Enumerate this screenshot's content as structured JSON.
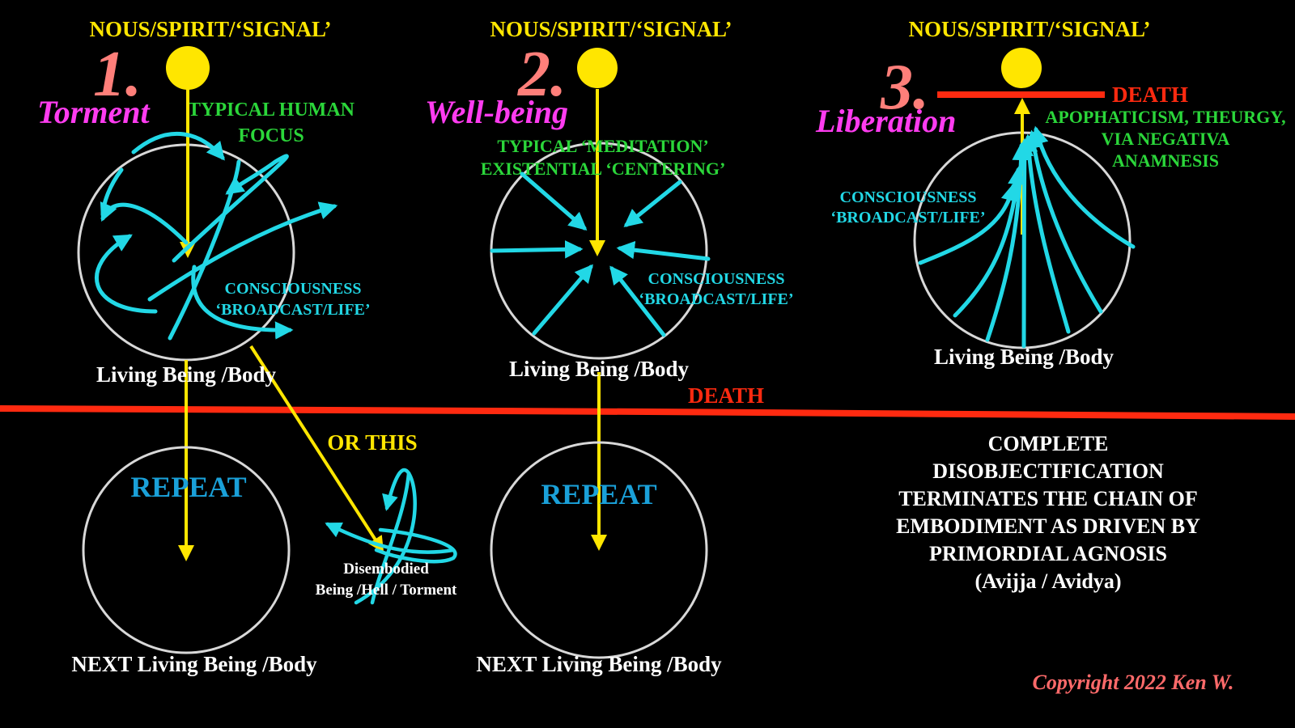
{
  "colors": {
    "background": "#000000",
    "signal": "#ffe600",
    "death": "#ff2a10",
    "consciousness": "#22d8e6",
    "green_text": "#2bd63a",
    "magenta_text": "#ff3cf0",
    "number": "#ff7f7a",
    "repeat": "#1aa0d8",
    "white": "#ffffff",
    "circle": "#d8d8d8",
    "copyright": "#ff6a6a"
  },
  "panel1": {
    "header": "NOUS/SPIRIT/‘SIGNAL’",
    "number": "1.",
    "state": "Torment",
    "focus_line1": "TYPICAL HUMAN",
    "focus_line2": "FOCUS",
    "consciousness_line1": "CONSCIOUSNESS",
    "consciousness_line2": "‘BROADCAST/LIFE’",
    "body_label": "Living Being /Body",
    "repeat": "REPEAT",
    "next_label": "NEXT Living Being /Body",
    "or_this": "OR THIS",
    "disembodied_line1": "Disembodied",
    "disembodied_line2": "Being /Hell / Torment"
  },
  "panel2": {
    "header": "NOUS/SPIRIT/‘SIGNAL’",
    "number": "2.",
    "state": "Well-being",
    "meditation_line1": "TYPICAL ‘MEDITATION’",
    "meditation_line2": "EXISTENTIAL ‘CENTERING’",
    "consciousness_line1": "CONSCIOUSNESS",
    "consciousness_line2": "‘BROADCAST/LIFE’",
    "body_label": "Living Being /Body",
    "repeat": "REPEAT",
    "next_label": "NEXT Living Being /Body"
  },
  "panel3": {
    "header": "NOUS/SPIRIT/‘SIGNAL’",
    "number": "3.",
    "state": "Liberation",
    "death_label": "DEATH",
    "method_line1": "APOPHATICISM, THEURGY,",
    "method_line2": "VIA NEGATIVA",
    "method_line3": "ANAMNESIS",
    "consciousness_line1": "CONSCIOUSNESS",
    "consciousness_line2": "‘BROADCAST/LIFE’",
    "body_label": "Living Being /Body",
    "conclusion": [
      "COMPLETE",
      "DISOBJECTIFICATION",
      "TERMINATES THE CHAIN OF",
      "EMBODIMENT AS DRIVEN BY",
      "PRIMORDIAL AGNOSIS",
      "(Avijja / Avidya)"
    ]
  },
  "death_line_label": "DEATH",
  "copyright": "Copyright 2022 Ken W."
}
